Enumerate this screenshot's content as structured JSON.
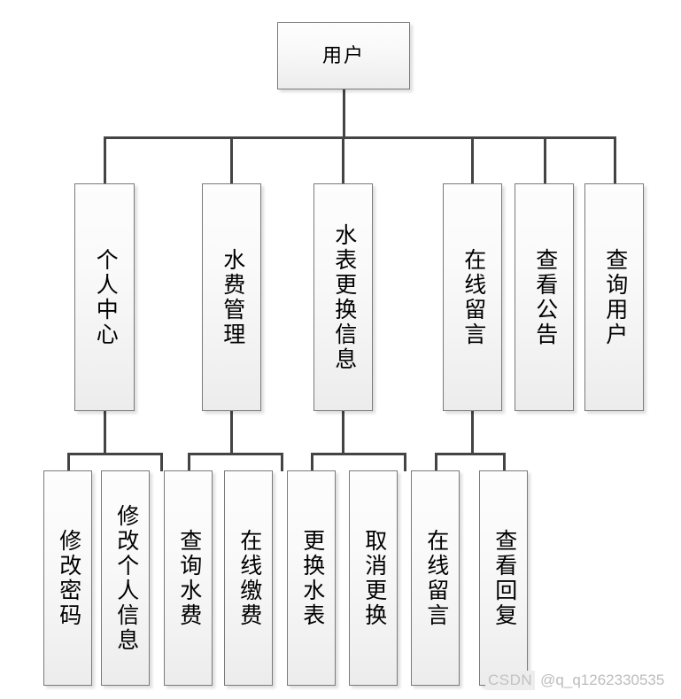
{
  "diagram": {
    "type": "tree-hierarchy",
    "title_node": "用户",
    "root": {
      "id": "root",
      "label": "用户"
    },
    "level2": [
      {
        "id": "n1",
        "label": "个人中心"
      },
      {
        "id": "n2",
        "label": "水费管理"
      },
      {
        "id": "n3",
        "label": "水表更换信息"
      },
      {
        "id": "n4",
        "label": "在线留言"
      },
      {
        "id": "n5",
        "label": "查看公告"
      },
      {
        "id": "n6",
        "label": "查询用户"
      }
    ],
    "level3": [
      {
        "id": "n1a",
        "parent": "n1",
        "label": "修改密码"
      },
      {
        "id": "n1b",
        "parent": "n1",
        "label": "修改个人信息"
      },
      {
        "id": "n2a",
        "parent": "n2",
        "label": "查询水费"
      },
      {
        "id": "n2b",
        "parent": "n2",
        "label": "在线缴费"
      },
      {
        "id": "n3a",
        "parent": "n3",
        "label": "更换水表"
      },
      {
        "id": "n3b",
        "parent": "n3",
        "label": "取消更换"
      },
      {
        "id": "n4a",
        "parent": "n4",
        "label": "在线留言"
      },
      {
        "id": "n4b",
        "parent": "n4",
        "label": "查看回复"
      }
    ]
  },
  "watermark": {
    "badge": "CSDN",
    "handle": "@q_q1262330535"
  },
  "colors": {
    "box_border": "#7a7a7a",
    "box_fill_top": "#fdfdfd",
    "box_fill_bottom": "#ececec",
    "line": "#444444",
    "text": "#000000",
    "watermark": "#bdbdbd"
  }
}
